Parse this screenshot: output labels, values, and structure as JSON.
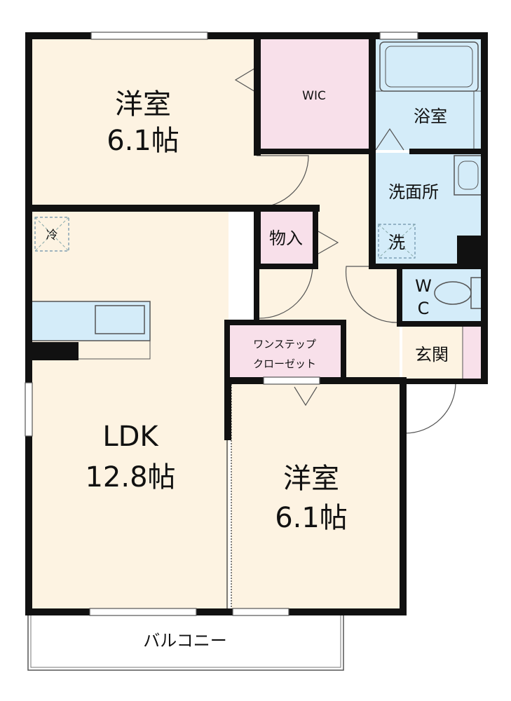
{
  "rooms": {
    "bedroom_top": {
      "name": "洋室",
      "size": "6.1帖"
    },
    "wic": {
      "name": "WIC"
    },
    "bath": {
      "name": "浴室"
    },
    "washroom": {
      "name": "洗面所"
    },
    "storage": {
      "name": "物入"
    },
    "wc": {
      "line1": "W",
      "line2": "C"
    },
    "closet": {
      "line1": "ワンステップ",
      "line2": "クローゼット"
    },
    "entrance": {
      "name": "玄関"
    },
    "ldk": {
      "name": "LDK",
      "size": "12.8帖"
    },
    "bedroom_bottom": {
      "name": "洋室",
      "size": "6.1帖"
    },
    "balcony": {
      "name": "バルコニー"
    }
  },
  "symbols": {
    "fridge": "冷",
    "washer": "洗"
  },
  "colors": {
    "wood_floor": "#fdf3e2",
    "wet_area": "#d4ecf9",
    "wic_pink": "#f8e0ea",
    "wall": "#111111"
  }
}
